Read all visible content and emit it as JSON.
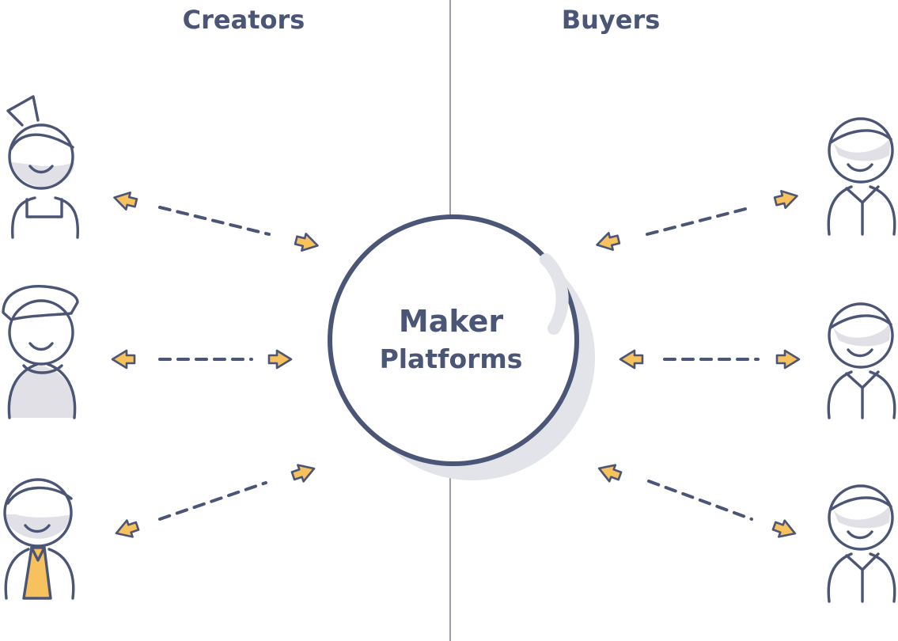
{
  "columns": {
    "left_title": "Creators",
    "right_title": "Buyers"
  },
  "center": {
    "line1": "Maker",
    "line2": "Platforms"
  },
  "colors": {
    "ink": "#4b5575",
    "shadow": "#e0e0e6",
    "arrow": "#f7c15e",
    "divider": "#9a9ca6"
  },
  "creators": [
    {
      "name": "creator-with-bun"
    },
    {
      "name": "creator-with-sweater"
    },
    {
      "name": "creator-with-tie"
    }
  ],
  "buyers": [
    {
      "name": "buyer-1"
    },
    {
      "name": "buyer-2"
    },
    {
      "name": "buyer-3"
    }
  ]
}
